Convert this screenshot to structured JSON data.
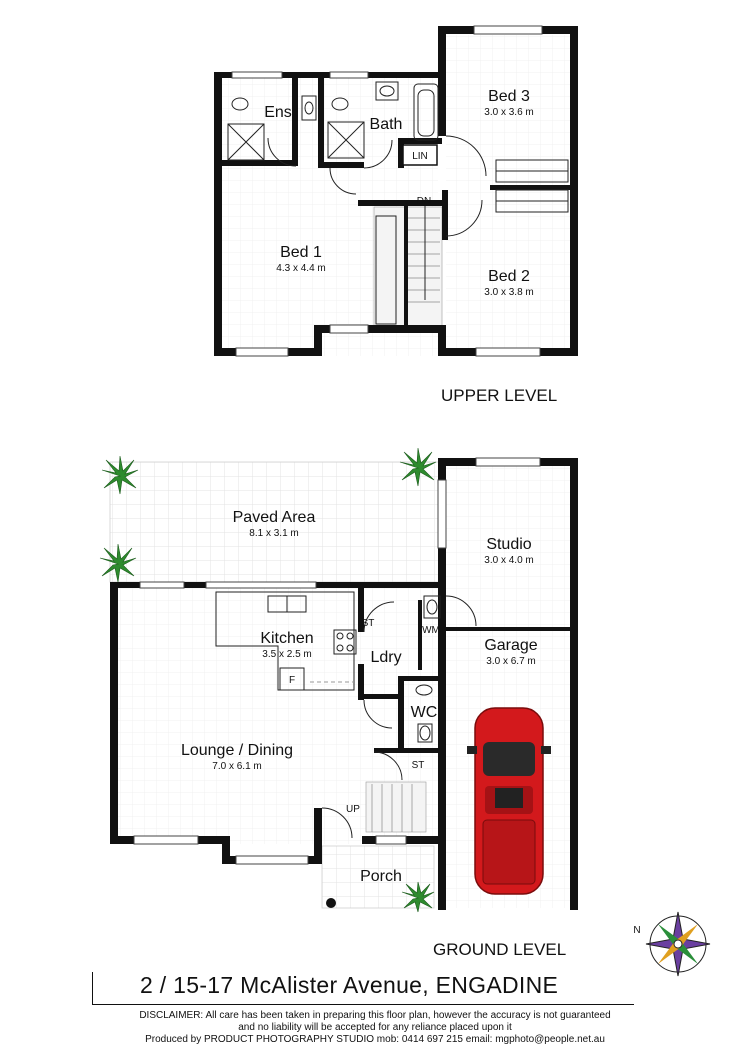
{
  "upper_level": {
    "title": "UPPER LEVEL",
    "rooms": {
      "ens": {
        "name": "Ens"
      },
      "bath": {
        "name": "Bath"
      },
      "lin": {
        "name": "LIN"
      },
      "bed3": {
        "name": "Bed 3",
        "dims": "3.0 x 3.6 m"
      },
      "bed1": {
        "name": "Bed 1",
        "dims": "4.3 x 4.4 m"
      },
      "bed2": {
        "name": "Bed 2",
        "dims": "3.0 x 3.8 m"
      }
    },
    "stair_label": "DN"
  },
  "ground_level": {
    "title": "GROUND LEVEL",
    "rooms": {
      "paved": {
        "name": "Paved Area",
        "dims": "8.1 x 3.1 m"
      },
      "studio": {
        "name": "Studio",
        "dims": "3.0 x 4.0 m"
      },
      "kitchen": {
        "name": "Kitchen",
        "dims": "3.5 x 2.5 m"
      },
      "garage": {
        "name": "Garage",
        "dims": "3.0 x 6.7 m"
      },
      "ldry": {
        "name": "Ldry"
      },
      "wc": {
        "name": "WC"
      },
      "lounge": {
        "name": "Lounge / Dining",
        "dims": "7.0 x 6.1 m"
      },
      "porch": {
        "name": "Porch"
      }
    },
    "labels": {
      "st1": "ST",
      "wm": "WM",
      "f": "F",
      "st2": "ST",
      "up": "UP"
    }
  },
  "compass": {
    "north": "N"
  },
  "address": "2 / 15-17 McAlister Avenue, ENGADINE",
  "footer": {
    "line1": "DISCLAIMER: All care has been taken in preparing this floor plan, however the accuracy is not guaranteed",
    "line2": "and no liability will be accepted for any reliance placed upon it",
    "line3": "Produced by PRODUCT PHOTOGRAPHY STUDIO mob: 0414 697 215  email: mgphoto@people.net.au"
  },
  "colors": {
    "wall": "#111111",
    "car": "#d3191c",
    "plant": "#2e8b2e",
    "paving": "#e6e6e6"
  }
}
